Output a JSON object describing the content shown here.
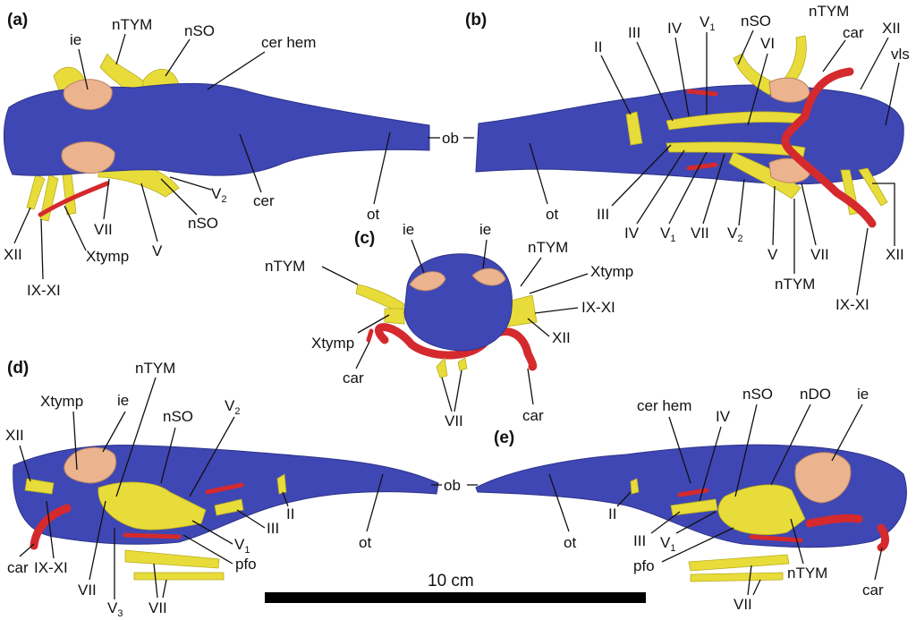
{
  "panels": {
    "a": "(a)",
    "b": "(b)",
    "c": "(c)",
    "d": "(d)",
    "e": "(e)"
  },
  "a": {
    "ie": "ie",
    "ntym": "nTYM",
    "nso": "nSO",
    "cer_hem": "cer hem",
    "cer": "cer",
    "ot": "ot",
    "v2": "V",
    "v2_sub": "2",
    "nso2": "nSO",
    "v": "V",
    "vii": "VII",
    "xtymp": "Xtymp",
    "ix_xi": "IX-XI",
    "xii": "XII"
  },
  "shared": {
    "ob_top": "ob",
    "ob_bottom": "ob"
  },
  "b": {
    "ii": "II",
    "iii": "III",
    "iv": "IV",
    "v1": "V",
    "v1_sub": "1",
    "nso": "nSO",
    "ntym": "nTYM",
    "car": "car",
    "xii": "XII",
    "vls": "vls",
    "vi": "VI",
    "ot": "ot",
    "iii_low": "III",
    "iv_low": "IV",
    "v1_low": "V",
    "v1_low_sub": "1",
    "vii_low": "VII",
    "v2_low": "V",
    "v2_low_sub": "2",
    "v_low": "V",
    "vii_r": "VII",
    "ntym_low": "nTYM",
    "xii_low": "XII",
    "ix_xi": "IX-XI"
  },
  "c": {
    "ie_l": "ie",
    "ie_r": "ie",
    "ntym_l": "nTYM",
    "ntym_r": "nTYM",
    "xtymp_r": "Xtymp",
    "ix_xi": "IX-XI",
    "xii": "XII",
    "xtymp_l": "Xtymp",
    "car_l": "car",
    "car_r": "car",
    "vii": "VII"
  },
  "d": {
    "ntym": "nTYM",
    "xtymp": "Xtymp",
    "ie": "ie",
    "nso": "nSO",
    "v2": "V",
    "v2_sub": "2",
    "xii": "XII",
    "ii": "II",
    "iii": "III",
    "v1": "V",
    "v1_sub": "1",
    "pfo": "pfo",
    "car": "car",
    "ix_xi": "IX-XI",
    "vii": "VII",
    "v3": "V",
    "v3_sub": "3",
    "vii_low": "VII",
    "ot": "ot"
  },
  "e": {
    "cer_hem": "cer hem",
    "iv": "IV",
    "nso": "nSO",
    "ndo": "nDO",
    "ie": "ie",
    "ii": "II",
    "iii": "III",
    "v1": "V",
    "v1_sub": "1",
    "pfo": "pfo",
    "ntym": "nTYM",
    "car": "car",
    "vii": "VII",
    "ot": "ot"
  },
  "scale_bar": {
    "label": "10 cm"
  },
  "colors": {
    "brain": "#3f47b4",
    "nerve": "#e8dc3a",
    "inner_ear": "#ebb48f",
    "artery": "#d42a2e",
    "scale_bar": "#000000"
  }
}
